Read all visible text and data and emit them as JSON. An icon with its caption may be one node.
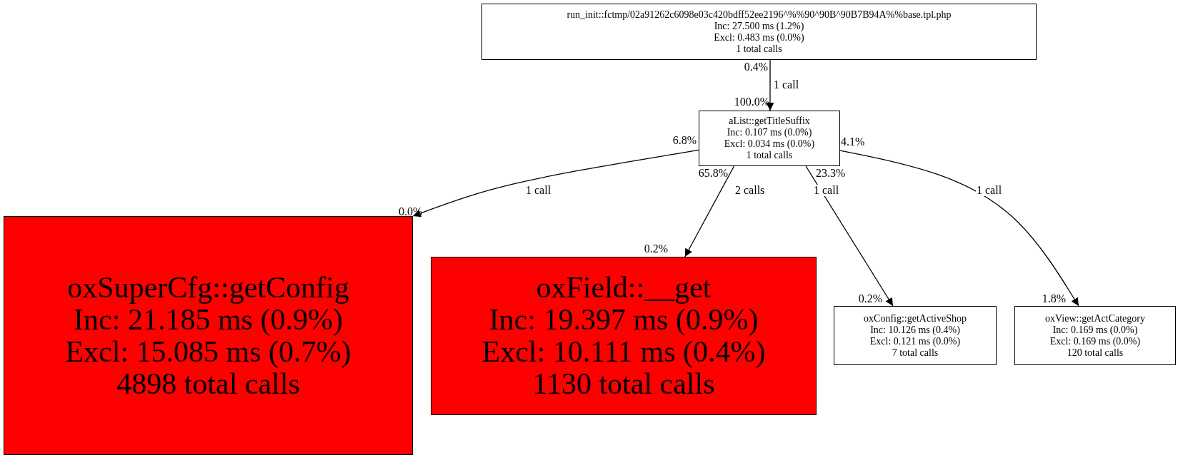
{
  "diagram": {
    "nodes": [
      {
        "text": [
          "run_init::fctmp/02a91262c6098e03c420bdff52ee2196^%%90^90B^90B7B94A%%base.tpl.php",
          "Inc: 27.500 ms (1.2%)",
          "Excl: 0.483 ms (0.0%)",
          "1 total calls"
        ]
      },
      {
        "text": [
          "aList::getTitleSuffix",
          "Inc: 0.107 ms (0.0%)",
          "Excl: 0.034 ms (0.0%)",
          "1 total calls"
        ]
      },
      {
        "text": [
          "oxSuperCfg::getConfig",
          "Inc: 21.185 ms (0.9%)",
          "Excl: 15.085 ms (0.7%)",
          "4898 total calls"
        ]
      },
      {
        "text": [
          "oxField::__get",
          "Inc: 19.397 ms (0.9%)",
          "Excl: 10.111 ms (0.4%)",
          "1130 total calls"
        ]
      },
      {
        "text": [
          "oxConfig::getActiveShop",
          "Inc: 10.126 ms (0.4%)",
          "Excl: 0.121 ms (0.0%)",
          "7 total calls"
        ]
      },
      {
        "text": [
          "oxView::getActCategory",
          "Inc: 0.169 ms (0.0%)",
          "Excl: 0.169 ms (0.0%)",
          "120 total calls"
        ]
      }
    ],
    "edges": [
      {
        "from": 0,
        "to": 1,
        "arrow": "to",
        "label": "1 call"
      },
      {
        "from": 1,
        "to": 2,
        "arrow": "to",
        "label": "1 call"
      },
      {
        "from": 1,
        "to": 3,
        "arrow": "to",
        "label": "2 calls"
      },
      {
        "from": 1,
        "to": 4,
        "arrow": "to",
        "label": "1 call"
      },
      {
        "from": 1,
        "to": 5,
        "arrow": "to",
        "label": "1 call"
      }
    ],
    "labels": [
      "0.4%",
      "100.0%",
      "6.8%",
      "4.1%",
      "65.8%",
      "23.3%",
      "0.0%",
      "0.2%",
      "0.2%",
      "1.8%"
    ]
  }
}
